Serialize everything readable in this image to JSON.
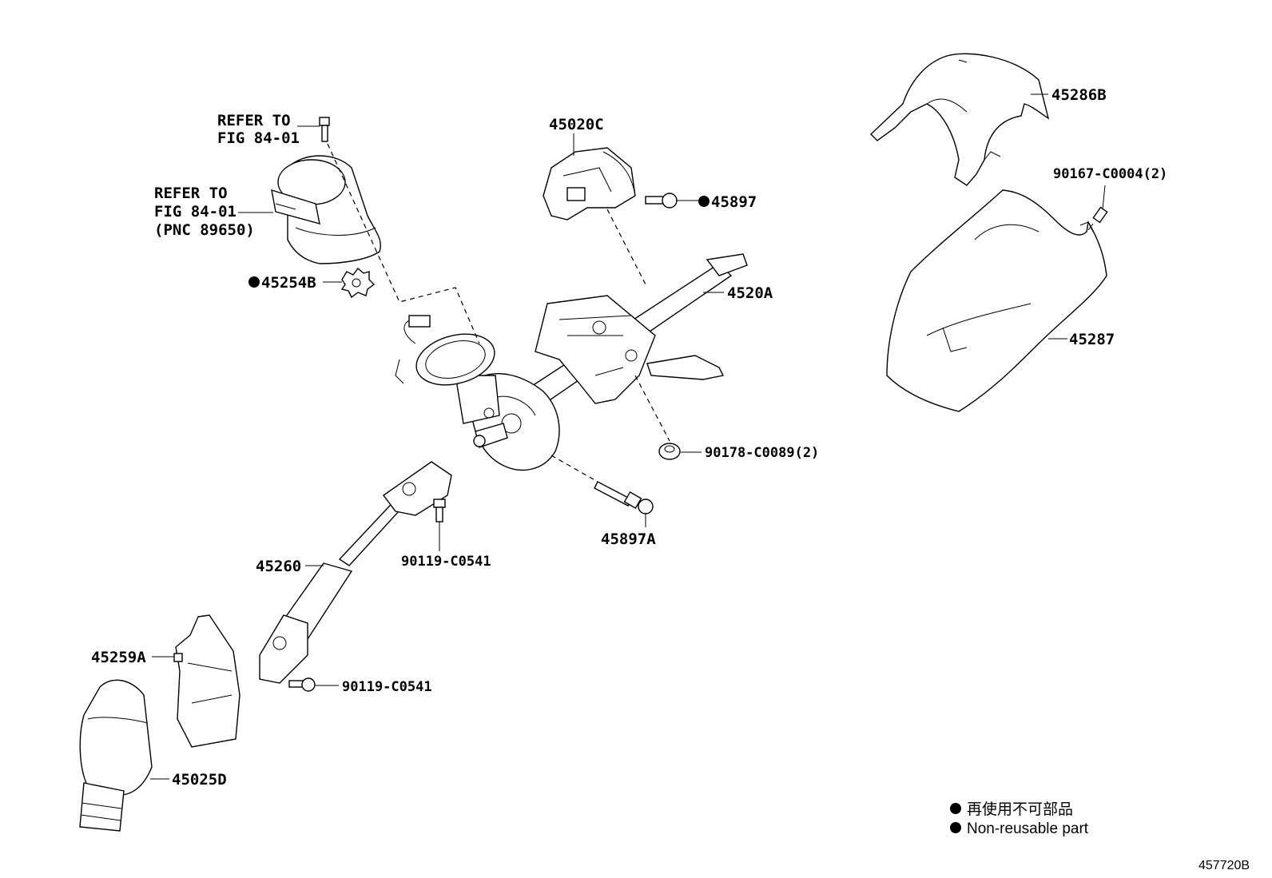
{
  "labels": {
    "refer_top_1": "REFER TO",
    "refer_top_2": "FIG 84-01",
    "refer_mid_1": "REFER TO",
    "refer_mid_2": "FIG 84-01",
    "refer_mid_3": "(PNC 89650)",
    "p45254B": "45254B",
    "p45020C": "45020C",
    "p45897": "45897",
    "p4520A": "4520A",
    "p90178": "90178-C0089(2)",
    "p45897A": "45897A",
    "p90119_upper": "90119-C0541",
    "p45260": "45260",
    "p45259A": "45259A",
    "p90119_lower": "90119-C0541",
    "p45025D": "45025D",
    "p45286B": "45286B",
    "p90167": "90167-C0004(2)",
    "p45287": "45287"
  },
  "legend": {
    "line_jp": "再使用不可部品",
    "line_en": "Non-reusable part"
  },
  "figure_id": "457720B"
}
